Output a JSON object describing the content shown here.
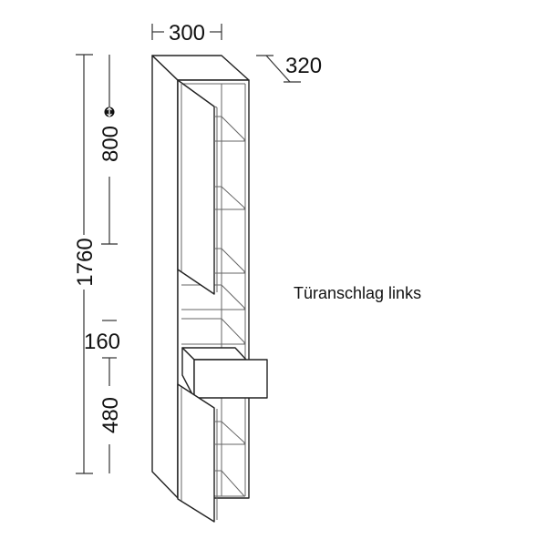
{
  "dimensions": {
    "width": "300",
    "depth": "320",
    "height_total": "1760",
    "upper_door": "800",
    "drawer": "160",
    "lower_door": "480"
  },
  "note": "Türanschlag links",
  "icons": {
    "height_adjust": "double-arrow-circle-icon"
  }
}
